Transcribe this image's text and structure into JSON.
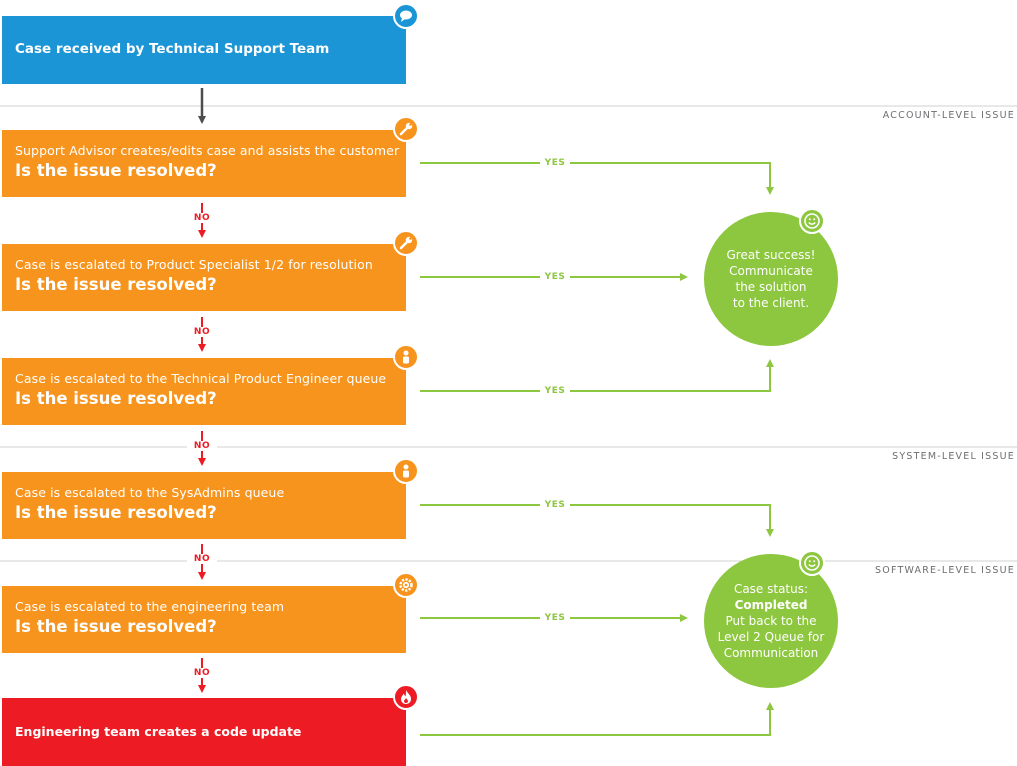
{
  "sections": {
    "account": "ACCOUNT-LEVEL ISSUE",
    "system": "SYSTEM-LEVEL ISSUE",
    "software": "SOFTWARE-LEVEL ISSUE"
  },
  "steps": [
    {
      "text": "Case received by Technical Support Team",
      "icon": "speech-bubble-icon"
    },
    {
      "text": "Support Advisor creates/edits case and assists the customer",
      "question": "Is the issue resolved?",
      "icon": "wrench-icon"
    },
    {
      "text": "Case is escalated to Product Specialist 1/2 for resolution",
      "question": "Is the issue resolved?",
      "icon": "wrench-icon"
    },
    {
      "text": "Case is escalated to the Technical Product Engineer queue",
      "question": "Is the issue resolved?",
      "icon": "person-icon"
    },
    {
      "text": "Case is escalated to the SysAdmins queue",
      "question": "Is the issue resolved?",
      "icon": "person-icon"
    },
    {
      "text": "Case is escalated to the engineering team",
      "question": "Is the issue resolved?",
      "icon": "gear-icon"
    },
    {
      "text": "Engineering team creates a code update",
      "icon": "flame-icon"
    }
  ],
  "labels": {
    "no": "NO",
    "yes": "YES"
  },
  "outcomes": [
    {
      "lines": [
        "Great success!",
        "Communicate",
        "the solution",
        "to the client."
      ],
      "icon": "smiley-icon"
    },
    {
      "lines": [
        "Case status:",
        "Completed",
        "Put back to the",
        "Level 2 Queue for",
        "Communication"
      ],
      "bold_line": 1,
      "icon": "smiley-icon"
    }
  ],
  "colors": {
    "blue": "#1b95d5",
    "orange": "#f7941d",
    "red": "#ed1c24",
    "green": "#8dc63f",
    "gray_line": "#cccccc"
  }
}
